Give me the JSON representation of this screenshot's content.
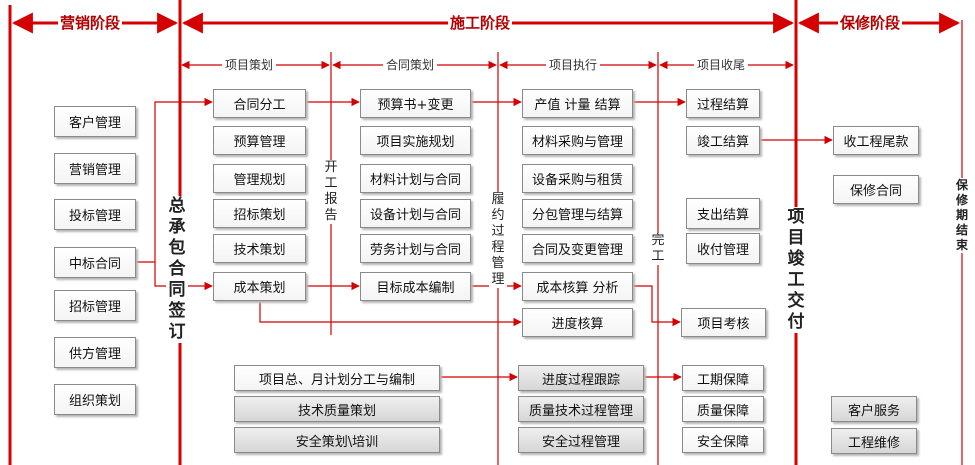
{
  "phases": {
    "marketing": "营销阶段",
    "construction": "施工阶段",
    "warranty": "保修阶段"
  },
  "subphases": [
    "项目策划",
    "合同策划",
    "项目执行",
    "项目收尾"
  ],
  "milestones": {
    "contract_sign": "总承包合同签订",
    "start_report": "开工报告",
    "contract_process": "履约过程管理",
    "completion": "完工",
    "delivery": "项目竣工交付",
    "warranty_end": "保修期结束"
  },
  "marketing_items": [
    "客户管理",
    "营销管理",
    "投标管理",
    "中标合同",
    "招标管理",
    "供方管理",
    "组织策划"
  ],
  "planning_items": [
    "合同分工",
    "预算管理",
    "管理规划",
    "招标策划",
    "技术策划",
    "成本策划"
  ],
  "contract_items": [
    "预算书+变更",
    "项目实施规划",
    "材料计划与合同",
    "设备计划与合同",
    "劳务计划与合同",
    "目标成本编制"
  ],
  "execution_items": [
    "产值 计量 结算",
    "材料采购与管理",
    "设备采购与租赁",
    "分包管理与结算",
    "合同及变更管理",
    "成本核算 分析",
    "进度核算"
  ],
  "closing_items": [
    "过程结算",
    "竣工结算",
    "支出结算",
    "收付管理",
    "项目考核"
  ],
  "warranty_items": [
    "收工程尾款",
    "保修合同"
  ],
  "bottom": {
    "planning": [
      "项目总、月计划分工与编制",
      "技术质量策划",
      "安全策划\\培训"
    ],
    "tracking": [
      "进度过程跟踪",
      "质量技术过程管理",
      "安全过程管理"
    ],
    "guarantee": [
      "工期保障",
      "质量保障",
      "安全保障"
    ],
    "service": [
      "客户服务",
      "工程维修"
    ]
  }
}
